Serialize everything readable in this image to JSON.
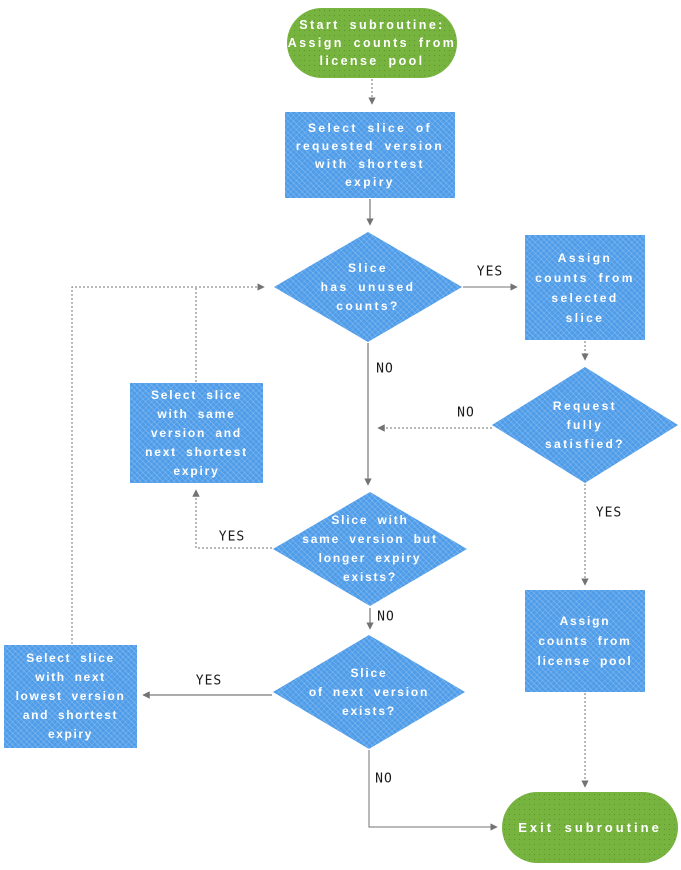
{
  "diagram": {
    "type": "flowchart",
    "colors": {
      "process_fill": "#4f9ce9",
      "terminator_fill": "#77b33f",
      "node_text": "#ffffff",
      "connector": "#737373",
      "edge_label_text": "#1a1a1a",
      "background": "#ffffff"
    },
    "nodes": {
      "start": {
        "type": "terminator",
        "label": "Start subroutine:\nAssign counts from\nlicense pool"
      },
      "select_shortest": {
        "type": "process",
        "label": "Select slice of\nrequested version\nwith shortest\nexpiry"
      },
      "has_unused": {
        "type": "decision",
        "label": "Slice\nhas unused\ncounts?"
      },
      "assign_selected": {
        "type": "process",
        "label": "Assign\ncounts from\nselected\nslice"
      },
      "fully_satisfied": {
        "type": "decision",
        "label": "Request\nfully\nsatisfied?"
      },
      "select_same_version": {
        "type": "process",
        "label": "Select slice\nwith same\nversion and\nnext shortest\nexpiry"
      },
      "longer_expiry": {
        "type": "decision",
        "label": "Slice with\nsame version but\nlonger expiry\nexists?"
      },
      "next_version": {
        "type": "decision",
        "label": "Slice\nof next version\nexists?"
      },
      "select_next_lowest": {
        "type": "process",
        "label": "Select slice\nwith next\nlowest version\nand shortest\nexpiry"
      },
      "assign_pool": {
        "type": "process",
        "label": "Assign\ncounts from\nlicense pool"
      },
      "exit": {
        "type": "terminator",
        "label": "Exit subroutine"
      }
    },
    "edge_labels": {
      "has_unused_yes": "YES",
      "has_unused_no": "NO",
      "fully_satisfied_no": "NO",
      "fully_satisfied_yes": "YES",
      "longer_expiry_yes": "YES",
      "longer_expiry_no": "NO",
      "next_version_yes": "YES",
      "next_version_no": "NO"
    }
  }
}
